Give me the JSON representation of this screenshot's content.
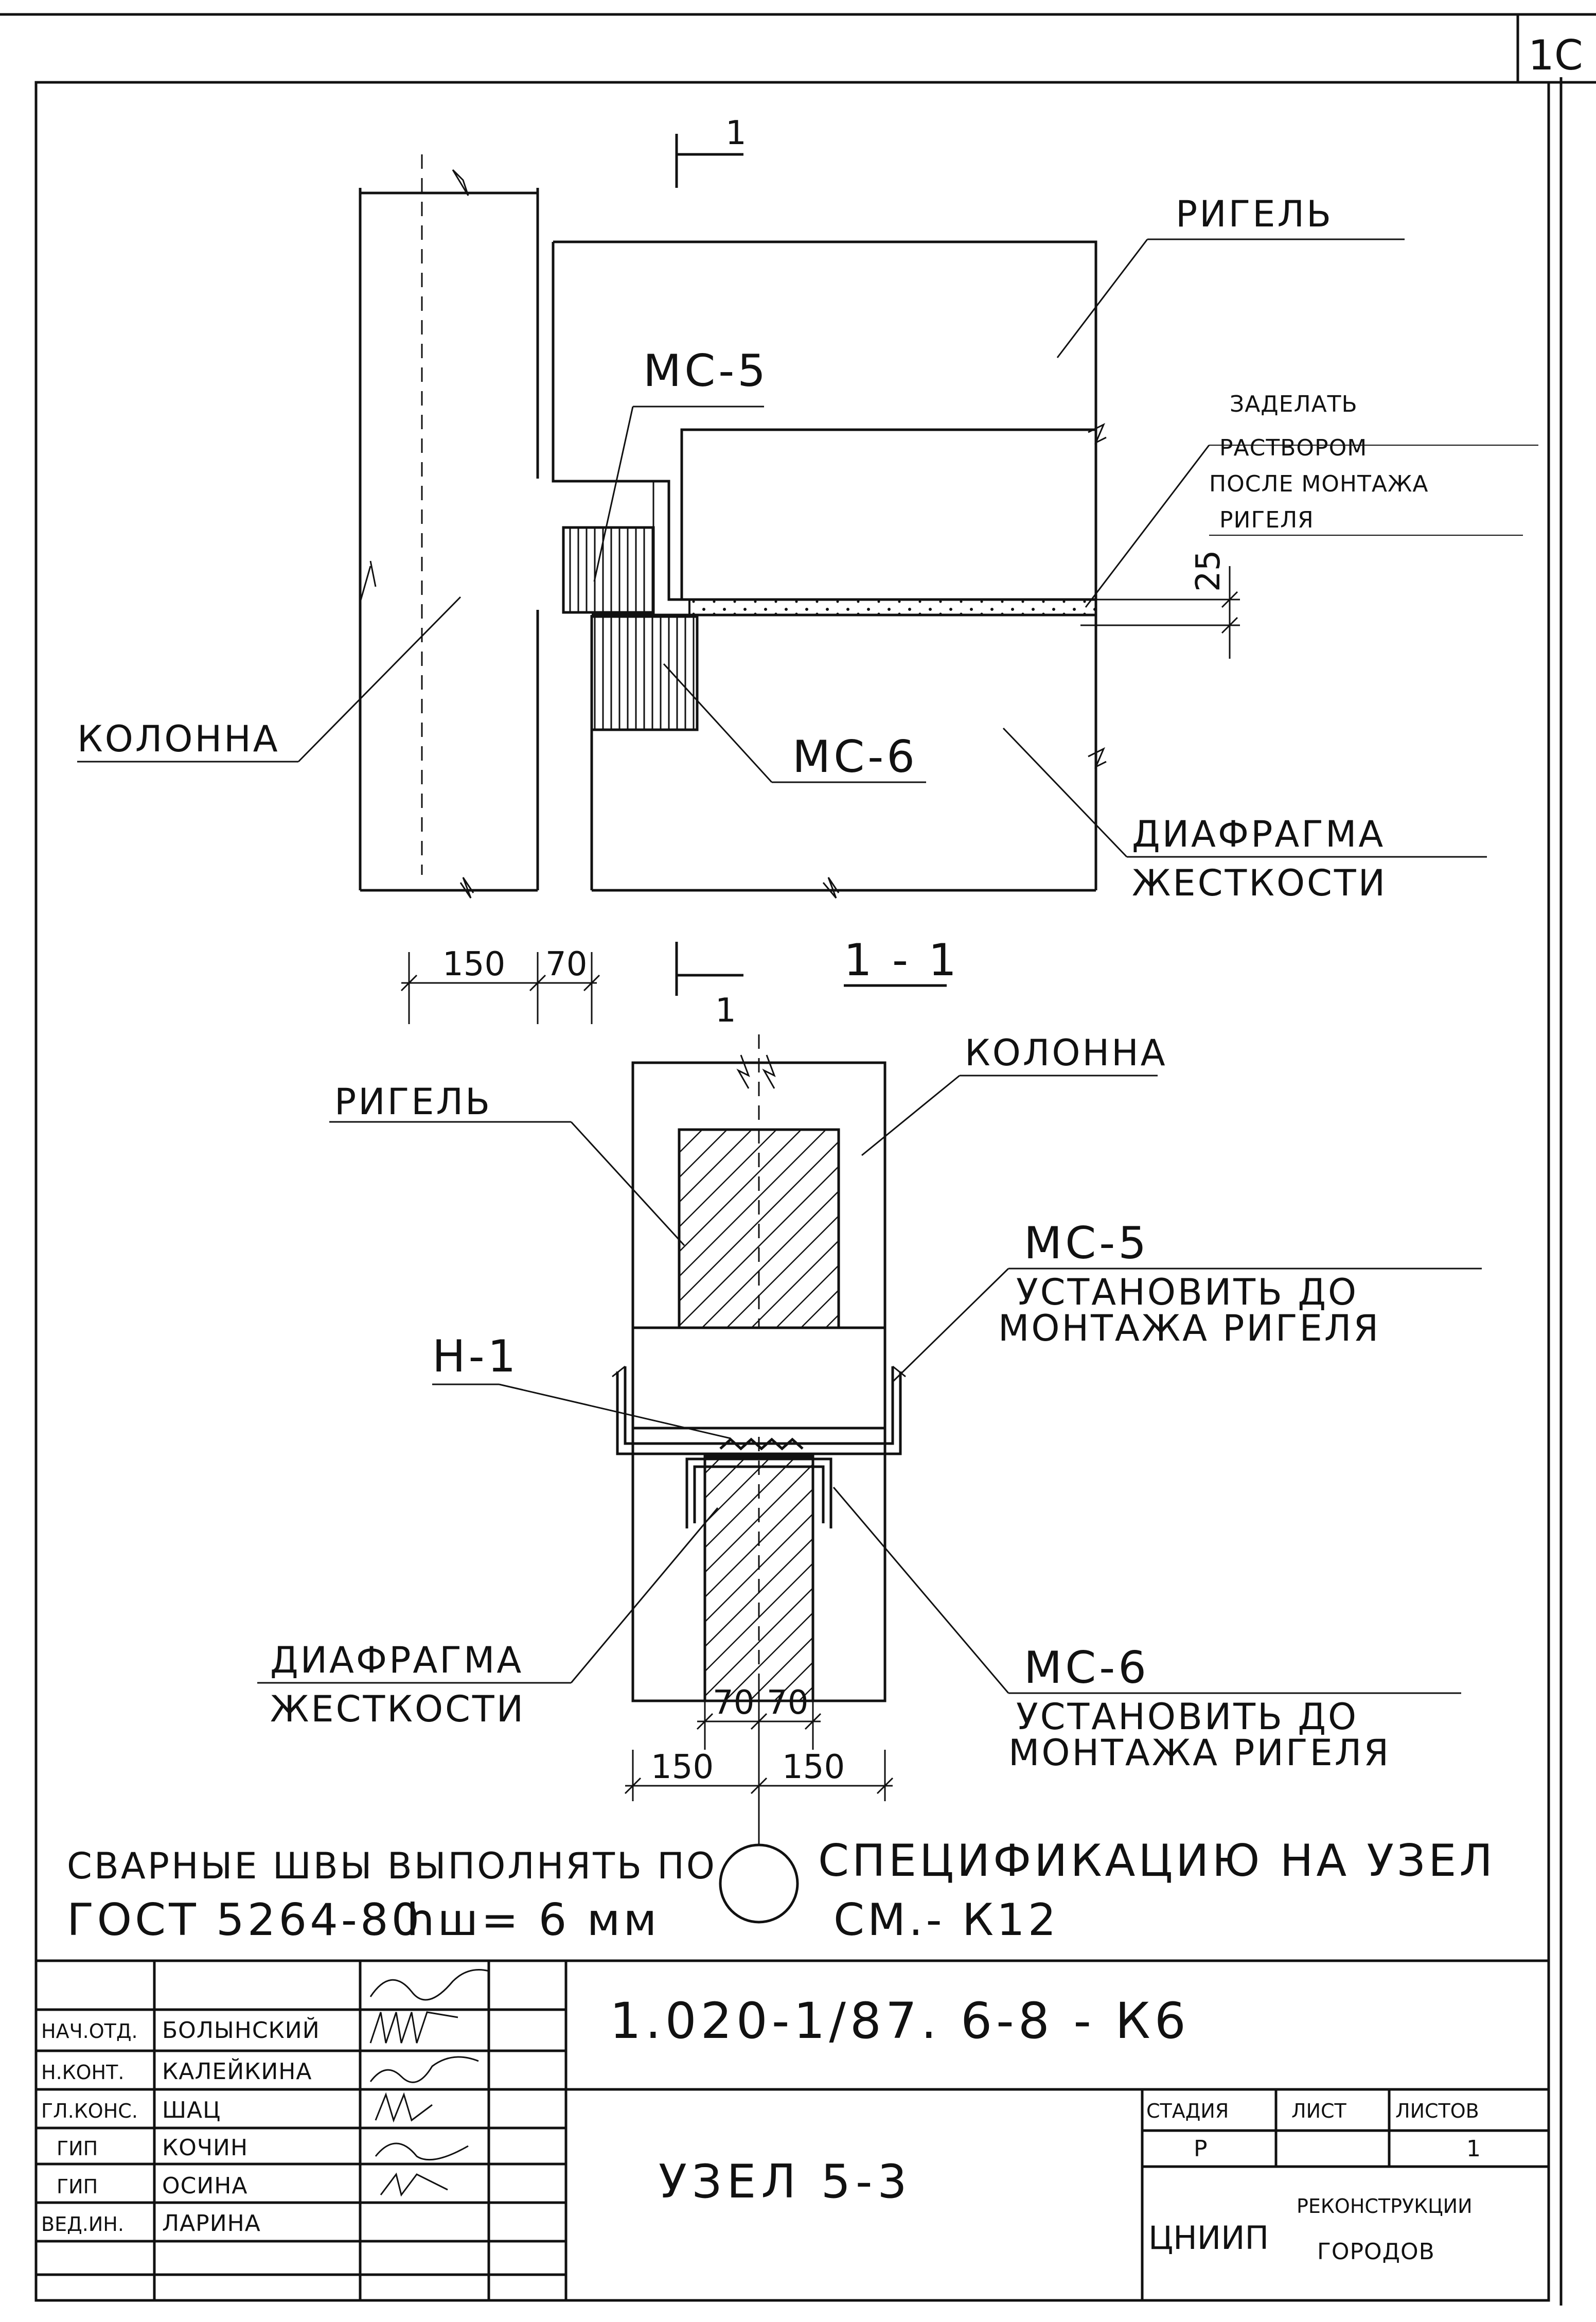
{
  "sheet_number": "1C",
  "drawing": {
    "labels": {
      "rigel_top": "РИГЕЛЬ",
      "ms5_top": "МС-5",
      "note_zadelat": [
        "ЗАДЕЛАТЬ",
        "РАСТВОРОМ",
        "ПОСЛЕ МОНТАЖА",
        "РИГЕЛЯ"
      ],
      "dim_25": "25",
      "kolonna_top": "КОЛОННА",
      "ms6_top": "МС-6",
      "diafragma_top": [
        "ДИАФРАГМА",
        "ЖЕСТКОСТИ"
      ],
      "dim_150_top": "150",
      "dim_70_top": "70",
      "cut_mark_top": "1",
      "cut_mark_bottom": "1",
      "section_title": "1 - 1",
      "kolonna_bottom": "КОЛОННА",
      "rigel_bottom": "РИГЕЛЬ",
      "ms5_bottom": "МС-5",
      "ms5_note": [
        "УСТАНОВИТЬ ДО",
        "МОНТАЖА РИГЕЛЯ"
      ],
      "n1": "Н-1",
      "diafragma_bottom": [
        "ДИАФРАГМА",
        "ЖЕСТКОСТИ"
      ],
      "ms6_bottom": "МС-6",
      "ms6_note": [
        "УСТАНОВИТЬ ДО",
        "МОНТАЖА РИГЕЛЯ"
      ],
      "dim_70_left": "70",
      "dim_70_right": "70",
      "dim_150_left": "150",
      "dim_150_right": "150"
    },
    "notes": {
      "weld_line1": "СВАРНЫЕ ШВЫ ВЫПОЛНЯТЬ ПО",
      "weld_line2_a": "ГОСТ 5264-80",
      "weld_line2_b": "hш= 6 мм",
      "spec_line1": "СПЕЦИФИКАЦИЮ НА УЗЕЛ",
      "spec_line2": "СМ.- К12"
    }
  },
  "title_block": {
    "document_code": "1.020-1/87. 6-8 - К6",
    "drawing_title": "УЗЕЛ 5-3",
    "roles": [
      {
        "role": "НАЧ.ОТД.",
        "name": "БОЛЫНСКИЙ"
      },
      {
        "role": "Н.КОНТ.",
        "name": "КАЛЕЙКИНА"
      },
      {
        "role": "ГЛ.КОНС.",
        "name": "ШАЦ"
      },
      {
        "role": "ГИП",
        "name": "КОЧИН"
      },
      {
        "role": "ГИП",
        "name": "ОСИНА"
      },
      {
        "role": "ВЕД.ИН.",
        "name": "ЛАРИНА"
      }
    ],
    "headers": {
      "stage": "СТАДИЯ",
      "sheet": "ЛИСТ",
      "sheets": "ЛИСТОВ"
    },
    "values": {
      "stage": "Р",
      "sheet": "",
      "sheets": "1"
    },
    "org_logo": "ЦНИИП",
    "org_name": [
      "РЕКОНСТРУКЦИИ",
      "ГОРОДОВ"
    ]
  }
}
